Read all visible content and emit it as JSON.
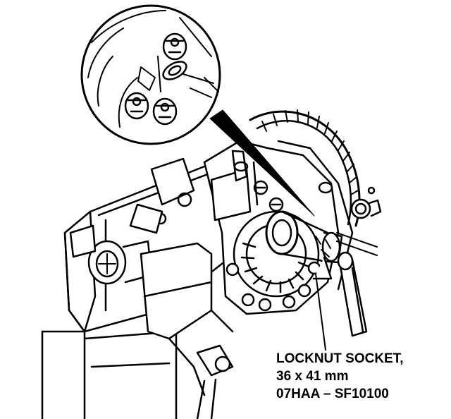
{
  "callout": {
    "line1": "LOCKNUT SOCKET,",
    "line2": "36 x 41 mm",
    "line3": "07HAA – SF10100"
  },
  "colors": {
    "ink": "#000000",
    "paper": "#ffffff"
  }
}
